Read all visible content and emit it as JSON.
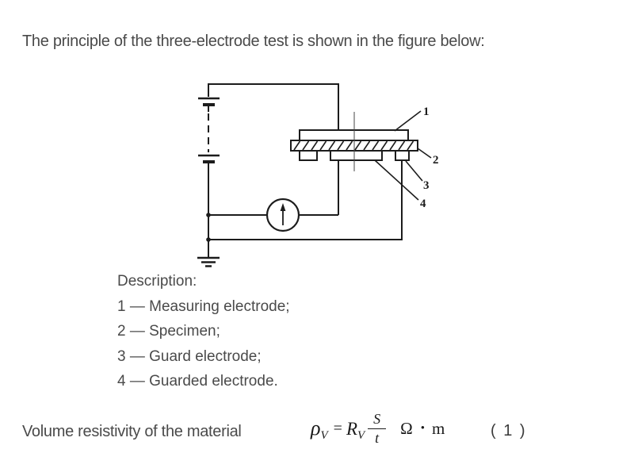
{
  "page": {
    "title": "The principle of the three-electrode test is shown in the figure below:"
  },
  "diagram": {
    "labels": {
      "measuring_electrode": "1",
      "specimen": "2",
      "guard_electrode": "3",
      "guarded_electrode": "4"
    }
  },
  "description": {
    "heading": "Description:",
    "items": [
      "1 — Measuring electrode;",
      "2 — Specimen;",
      "3 — Guard electrode;",
      "4 — Guarded electrode."
    ]
  },
  "footer": {
    "intro": "Volume resistivity of the material",
    "formula": {
      "rho": "ρ",
      "rho_sub": "V",
      "equals": "=",
      "R": "R",
      "R_sub": "V",
      "numerator": "S",
      "denominator": "t",
      "unit_omega": "Ω",
      "unit_dot": "•",
      "unit_m": "m"
    },
    "eq_number": "( 1 )"
  },
  "colors": {
    "body_text": "#4a4a4a",
    "line_color": "#1c1c1c",
    "formula_color": "#1a1a1a",
    "background": "#ffffff"
  }
}
